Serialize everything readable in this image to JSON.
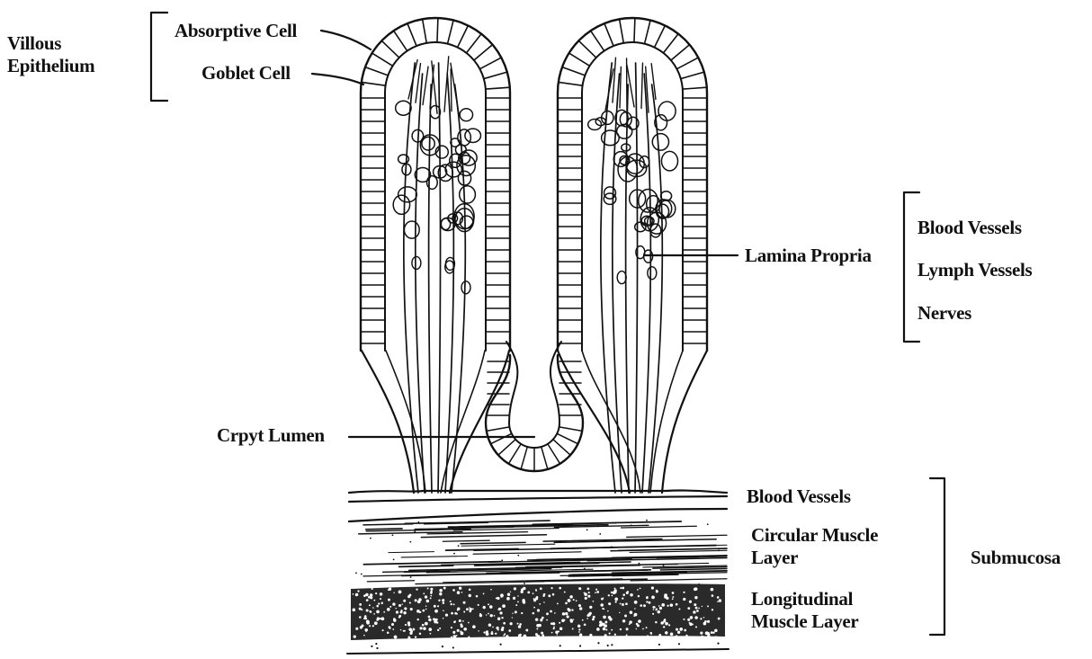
{
  "diagram": {
    "ink_color": "#111111",
    "background": "#ffffff"
  },
  "labels": {
    "villous_epithelium": [
      "Villous",
      "Epithelium"
    ],
    "absorptive_cell": "Absorptive Cell",
    "goblet_cell": "Goblet Cell",
    "lamina_propria": "Lamina Propria",
    "lamina_items": [
      "Blood Vessels",
      "Lymph Vessels",
      "Nerves"
    ],
    "crypt_lumen": "Crpyt Lumen",
    "submucosa_blood_vessels": "Blood Vessels",
    "circular_muscle": [
      "Circular Muscle",
      "Layer"
    ],
    "longitudinal_muscle": [
      "Longitudinal",
      "Muscle Layer"
    ],
    "submucosa": "Submucosa"
  }
}
